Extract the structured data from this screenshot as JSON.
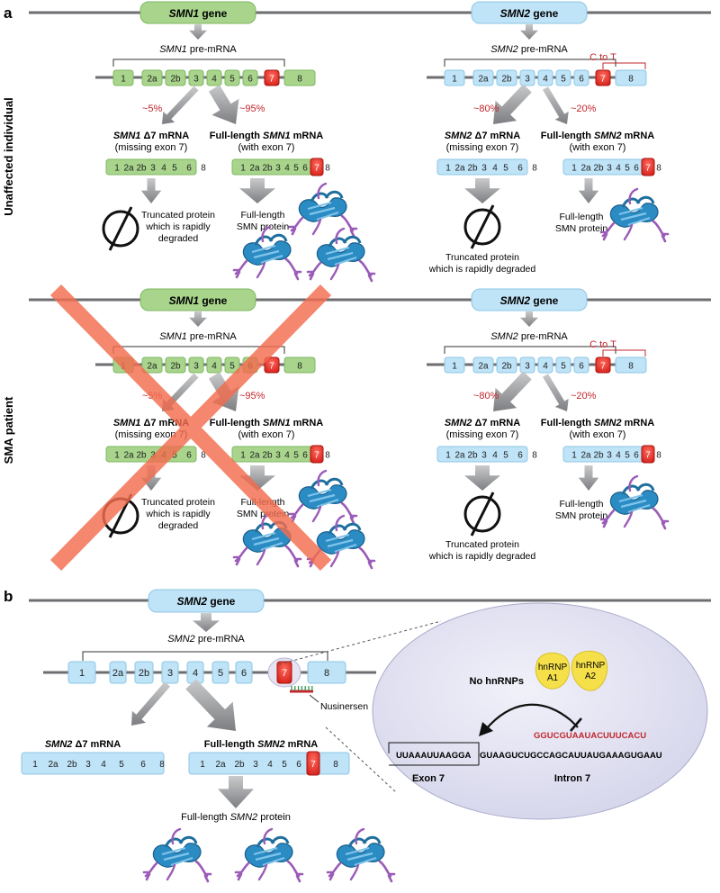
{
  "panel_a": {
    "label": "a",
    "side_top": "Unaffected individual",
    "side_bottom": "SMA patient",
    "smn1": {
      "gene_name": "SMN1",
      "gene_word": "gene",
      "premrna_name": "SMN1",
      "premrna_word": "pre-mRNA",
      "pct_left": "~5%",
      "pct_right": "~95%",
      "delta_title_name": "SMN1",
      "delta_title_rest": " Δ7 mRNA",
      "delta_sub": "(missing exon 7)",
      "full_title_pre": "Full-length ",
      "full_title_name": "SMN1",
      "full_title_post": " mRNA",
      "full_sub": "(with exon 7)",
      "trunc_line1": "Truncated protein",
      "trunc_line2": "which is rapidly",
      "trunc_line3": "degraded",
      "prot_line1": "Full-length",
      "prot_line2": "SMN protein"
    },
    "smn2": {
      "gene_name": "SMN2",
      "gene_word": "gene",
      "premrna_name": "SMN2",
      "premrna_word": "pre-mRNA",
      "c_to_t": "C to T",
      "pct_left": "~80%",
      "pct_right": "~20%",
      "delta_title_name": "SMN2",
      "delta_title_rest": " Δ7 mRNA",
      "delta_sub": "(missing exon 7)",
      "full_title_pre": "Full-length ",
      "full_title_name": "SMN2",
      "full_title_post": " mRNA",
      "full_sub": "(with exon 7)",
      "trunc_line1": "Truncated protein",
      "trunc_line2": "which is rapidly degraded",
      "prot_line1": "Full-length",
      "prot_line2": "SMN protein"
    },
    "exons_premrna": [
      "1",
      "2a",
      "2b",
      "3",
      "4",
      "5",
      "6",
      "7",
      "8"
    ],
    "exons_delta": [
      "1",
      "2a",
      "2b",
      "3",
      "4",
      "5",
      "6",
      "8"
    ],
    "exons_full": [
      "1",
      "2a",
      "2b",
      "3",
      "4",
      "5",
      "6",
      "7",
      "8"
    ]
  },
  "panel_b": {
    "label": "b",
    "gene_name": "SMN2",
    "gene_word": "gene",
    "premrna_name": "SMN2",
    "premrna_word": "pre-mRNA",
    "exons_premrna": [
      "1",
      "2a",
      "2b",
      "3",
      "4",
      "5",
      "6",
      "7",
      "8"
    ],
    "exons_delta": [
      "1",
      "2a",
      "2b",
      "3",
      "4",
      "5",
      "6",
      "8"
    ],
    "exons_full": [
      "1",
      "2a",
      "2b",
      "3",
      "4",
      "5",
      "6",
      "7",
      "8"
    ],
    "nusinersen": "Nusinersen",
    "delta_title_name": "SMN2",
    "delta_title_rest": " Δ7 mRNA",
    "full_title_pre": "Full-length ",
    "full_title_name": "SMN2",
    "full_title_post": " mRNA",
    "protein_pre": "Full-length ",
    "protein_name": "SMN2",
    "protein_post": " protein",
    "inset": {
      "no_hnrnps": "No hnRNPs",
      "hnrnp_a1_l1": "hnRNP",
      "hnrnp_a1_l2": "A1",
      "hnrnp_a2_l1": "hnRNP",
      "hnrnp_a2_l2": "A2",
      "aso_seq": "GGUCGUAAUACUUUCACU",
      "exon_seq": "UUAAAUUAAGGA",
      "intron_seq": "GUAAGUCUGCCAGCAUUAUGAAAGUGAAU",
      "exon_label": "Exon 7",
      "intron_label": "Intron 7"
    }
  },
  "colors": {
    "smn1_fill": "#a8d48c",
    "smn1_stroke": "#7fb862",
    "smn2_fill": "#bfe3f7",
    "smn2_stroke": "#8ec7e6",
    "exon7_fill": "#e8302a",
    "line_gray": "#6d6e71",
    "arrow_gray": "#9a9b9e",
    "red_text": "#c1272d",
    "cross": "#f26d4f",
    "inset_fill": "#dcdcf0",
    "hnrnp": "#f5e04a",
    "protein_blue": "#2b8cc4",
    "protein_purple": "#9b5bb8"
  }
}
